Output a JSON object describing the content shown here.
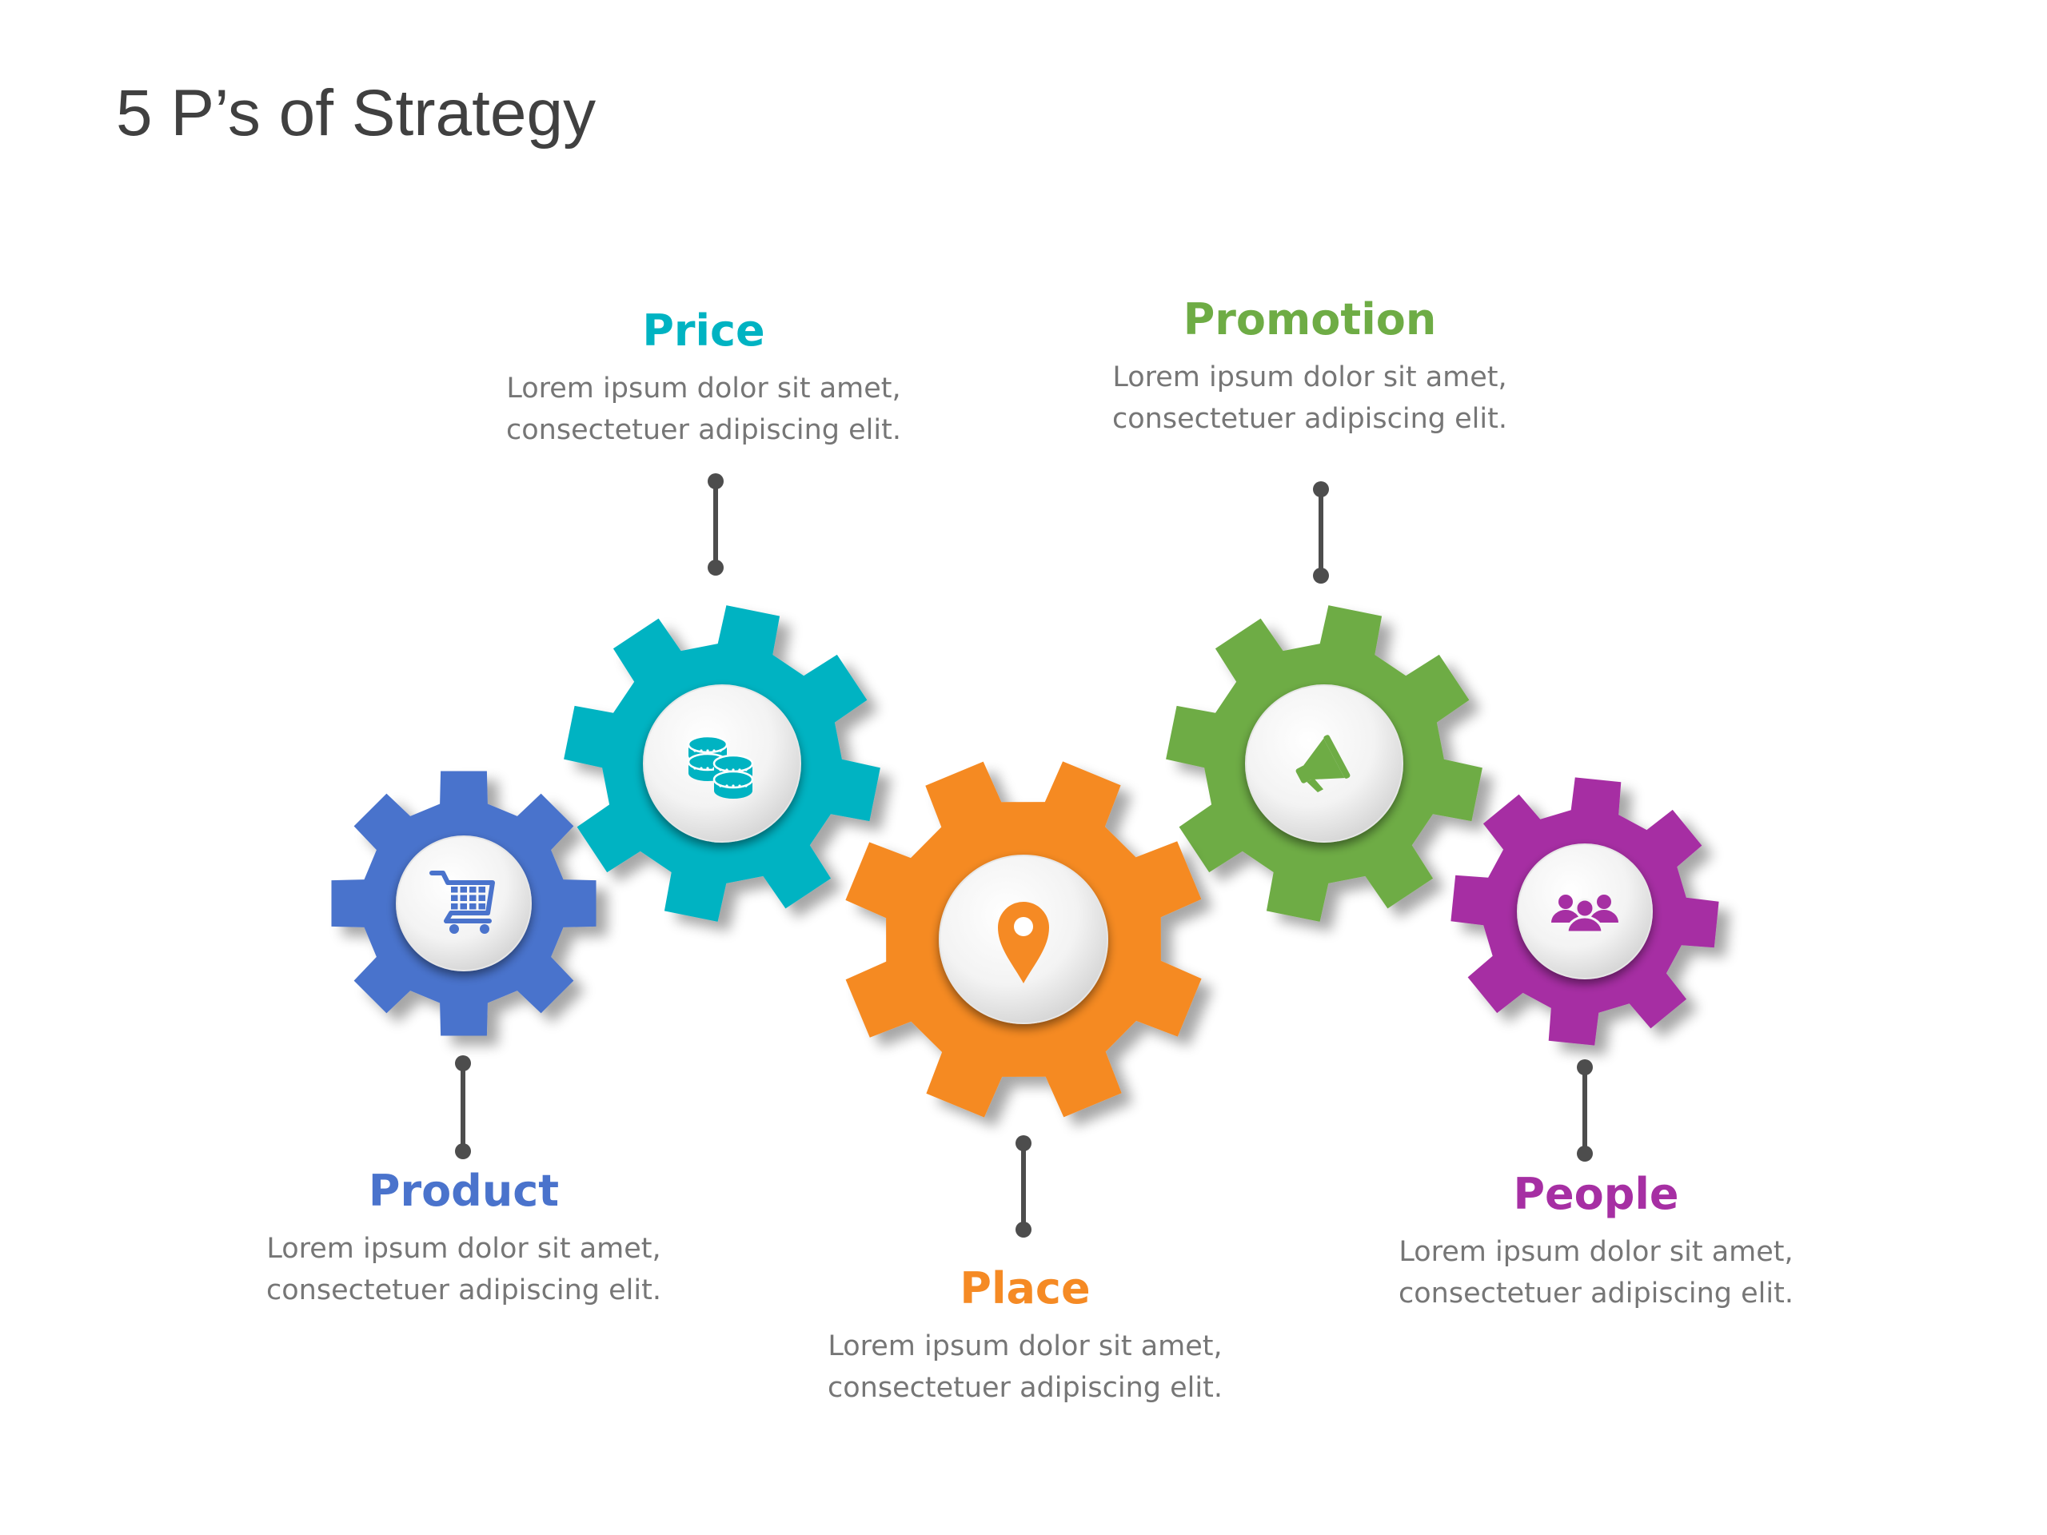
{
  "title": "5 P’s of Strategy",
  "colors": {
    "product": "#4A73CC",
    "price": "#00B3C2",
    "place": "#F58A24",
    "promotion": "#6EAC45",
    "people": "#A62FA3",
    "connector": "#4D4D4D",
    "description": "#767676"
  },
  "items": [
    {
      "key": "product",
      "heading": "Product",
      "description_line1": "Lorem ipsum dolor sit amet,",
      "description_line2": "consectetuer adipiscing elit.",
      "icon": "shopping-cart-icon"
    },
    {
      "key": "price",
      "heading": "Price",
      "description_line1": "Lorem ipsum dolor sit amet,",
      "description_line2": "consectetuer adipiscing elit.",
      "icon": "coins-icon"
    },
    {
      "key": "place",
      "heading": "Place",
      "description_line1": "Lorem ipsum dolor sit amet,",
      "description_line2": "consectetuer adipiscing elit.",
      "icon": "location-pin-icon"
    },
    {
      "key": "promotion",
      "heading": "Promotion",
      "description_line1": "Lorem ipsum dolor sit amet,",
      "description_line2": "consectetuer adipiscing elit.",
      "icon": "megaphone-icon"
    },
    {
      "key": "people",
      "heading": "People",
      "description_line1": "Lorem ipsum dolor sit amet,",
      "description_line2": "consectetuer adipiscing elit.",
      "icon": "people-group-icon"
    }
  ]
}
